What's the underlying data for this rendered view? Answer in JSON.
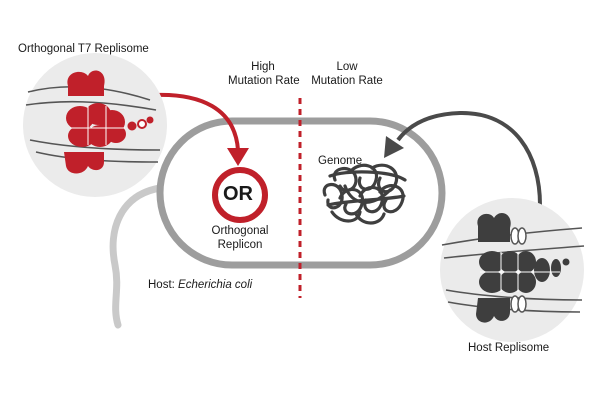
{
  "labels": {
    "orthogonal_replisome": "Orthogonal T7 Replisome",
    "high_rate_line1": "High",
    "high_rate_line2": "Mutation Rate",
    "low_rate_line1": "Low",
    "low_rate_line2": "Mutation Rate",
    "genome": "Genome",
    "or_badge": "OR",
    "replicon_line1": "Orthogonal",
    "replicon_line2": "Replicon",
    "host_prefix": "Host: ",
    "host_species": "Echerichia coli",
    "host_replisome": "Host Replisome"
  },
  "colors": {
    "accent_red": "#c0202a",
    "dark_gray": "#4a4a4a",
    "membrane_gray": "#9a9a9a",
    "circle_fill": "#ebebeb"
  }
}
